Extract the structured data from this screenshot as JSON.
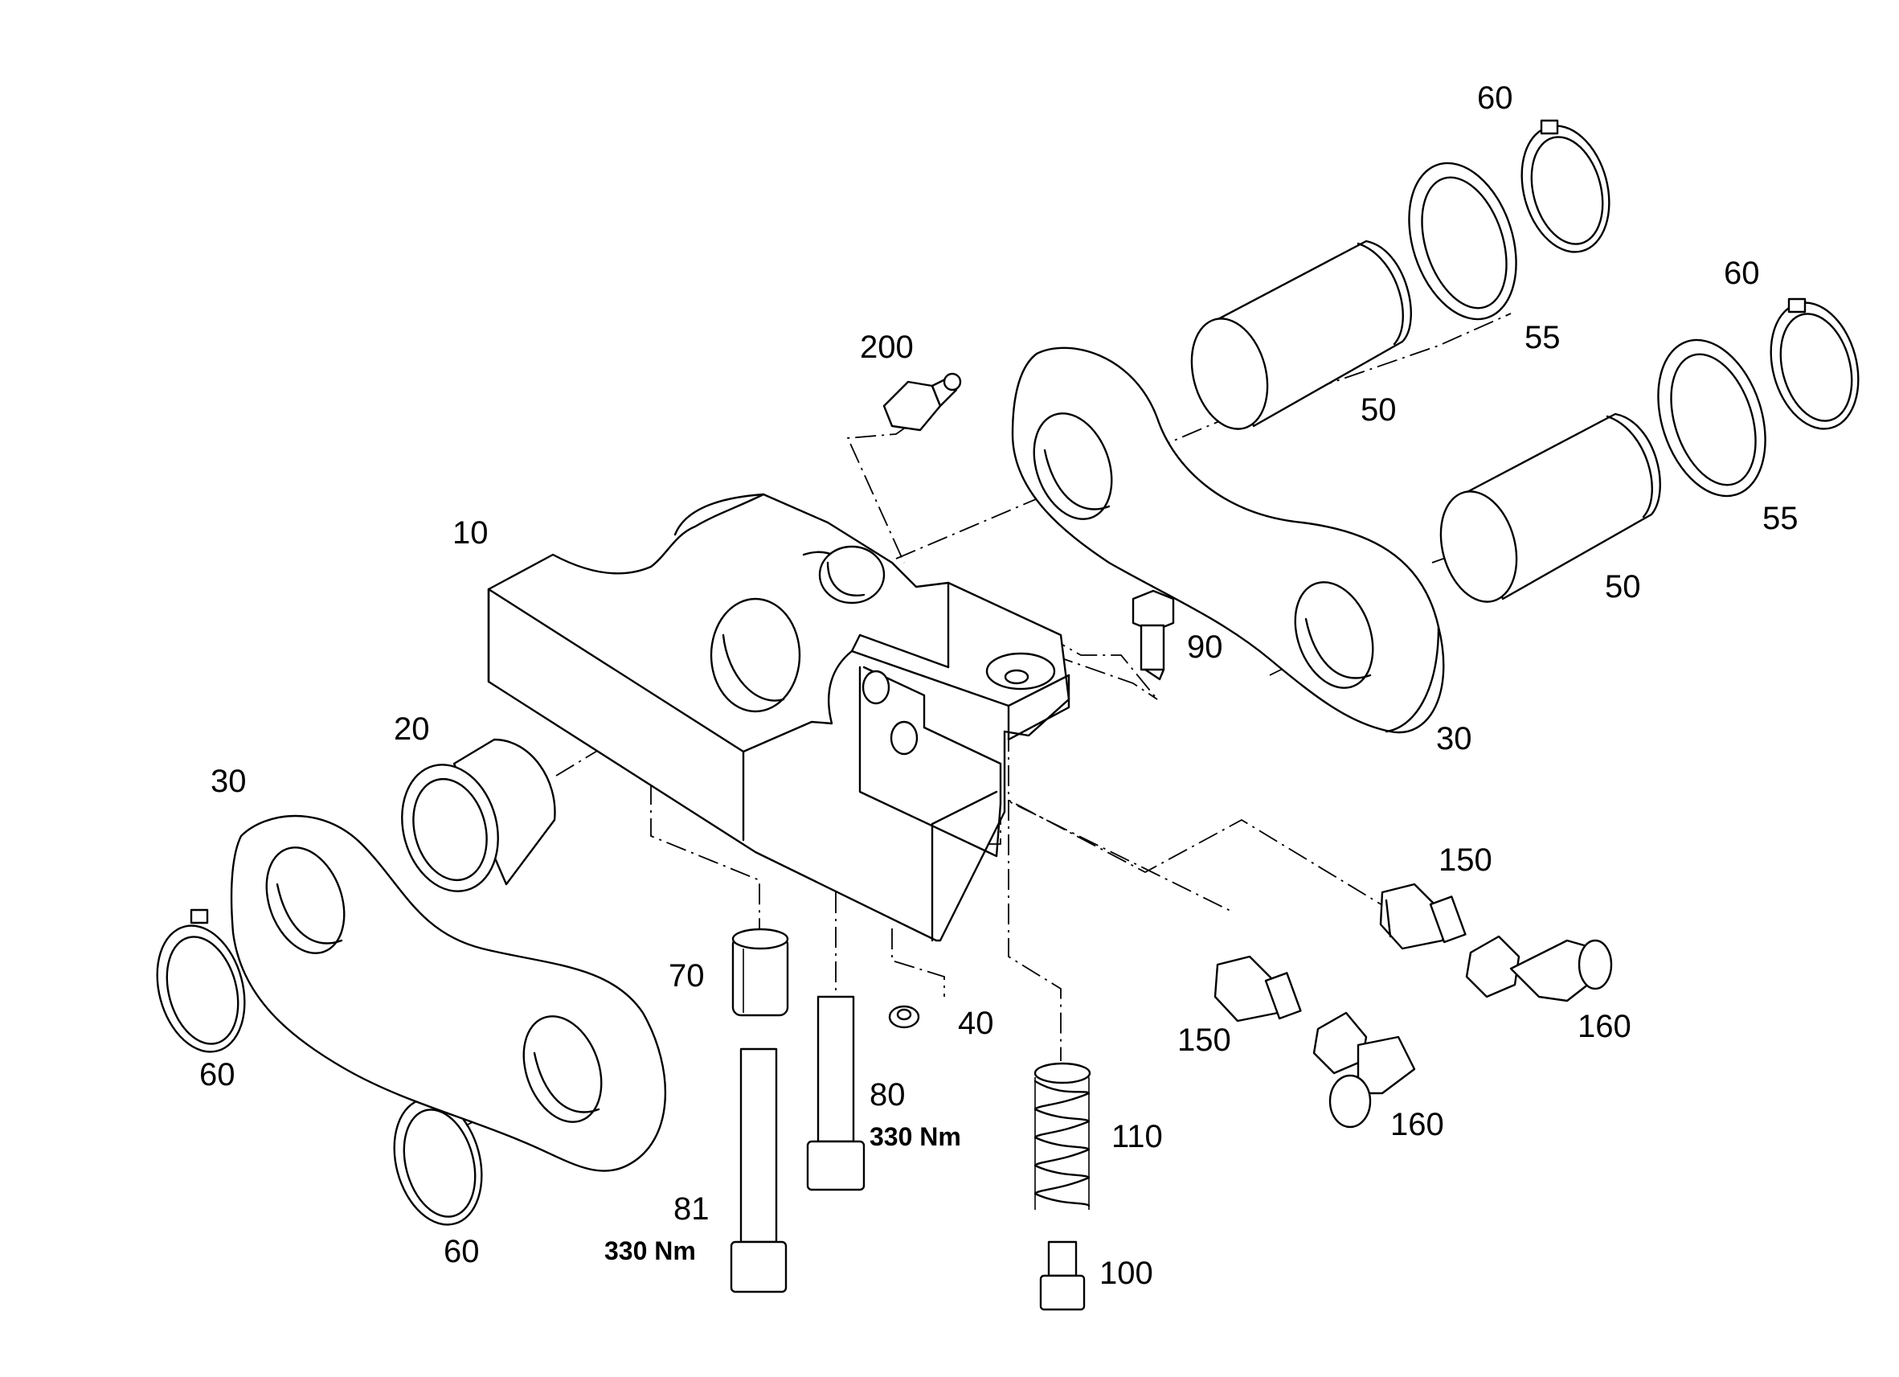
{
  "labels": {
    "p10": "10",
    "p20": "20",
    "p30_left": "30",
    "p30_right": "30",
    "p40": "40",
    "p50_top": "50",
    "p50_bottom": "50",
    "p55_top": "55",
    "p55_bottom": "55",
    "p60_top_1": "60",
    "p60_top_2": "60",
    "p60_left": "60",
    "p60_bottom": "60",
    "p70": "70",
    "p80": "80",
    "p81": "81",
    "p90": "90",
    "p100": "100",
    "p110": "110",
    "p150_left": "150",
    "p150_right": "150",
    "p160_left": "160",
    "p160_right": "160",
    "p200": "200"
  },
  "torques": {
    "t80": "330 Nm",
    "t81": "330 Nm"
  }
}
